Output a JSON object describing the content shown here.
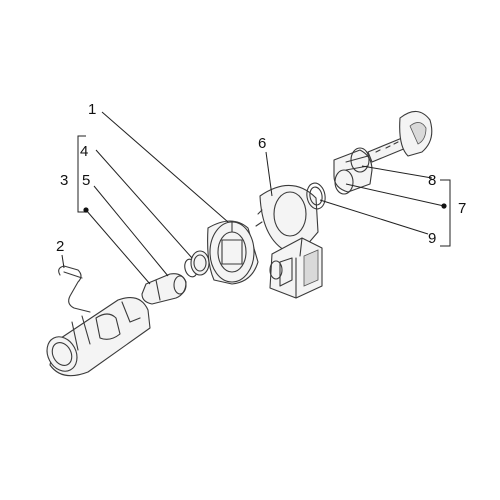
{
  "callouts": {
    "c1": "1",
    "c2": "2",
    "c3": "3",
    "c4": "4",
    "c5": "5",
    "c6": "6",
    "c7": "7",
    "c8": "8",
    "c9": "9"
  },
  "colors": {
    "line": "#3a3a3a",
    "fill": "#f4f4f4",
    "background": "#ffffff"
  }
}
